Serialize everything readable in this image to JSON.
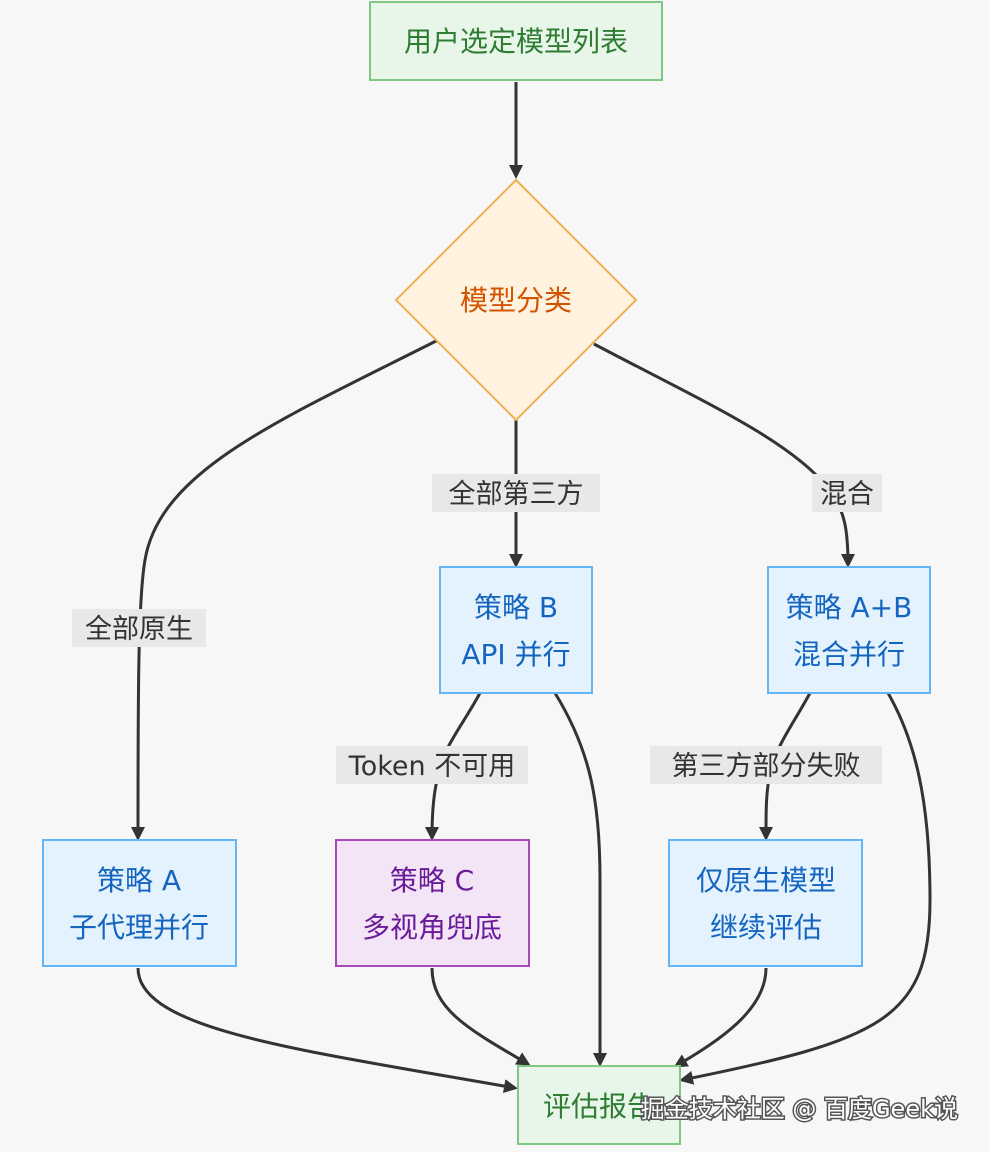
{
  "nodes": {
    "start": {
      "label": "用户选定模型列表"
    },
    "classify": {
      "label": "模型分类"
    },
    "strategy_b": {
      "line1": "策略 B",
      "line2": "API 并行"
    },
    "strategy_ab": {
      "line1": "策略 A+B",
      "line2": "混合并行"
    },
    "strategy_a": {
      "line1": "策略 A",
      "line2": "子代理并行"
    },
    "strategy_c": {
      "line1": "策略 C",
      "line2": "多视角兜底"
    },
    "native_only": {
      "line1": "仅原生模型",
      "line2": "继续评估"
    },
    "report": {
      "label": "评估报告"
    }
  },
  "edges": {
    "all_third_party": "全部第三方",
    "mixed": "混合",
    "all_native": "全部原生",
    "token_unavailable": "Token 不可用",
    "third_party_partial_fail": "第三方部分失败"
  },
  "watermark": "掘金技术社区 @ 百度Geek说",
  "colors": {
    "green_fill": "#e8f5e9",
    "green_stroke": "#81c784",
    "green_text": "#2e7d32",
    "orange_fill": "#fff3e0",
    "orange_stroke": "#f0ae52",
    "orange_text": "#d35400",
    "blue_fill": "#e3f2fd",
    "blue_stroke": "#64b5f6",
    "blue_text": "#1565c0",
    "purple_fill": "#f3e5f5",
    "purple_stroke": "#ab47bc",
    "purple_text": "#6a1b9a",
    "edge": "#333333",
    "label_bg": "#e8e8e8"
  }
}
